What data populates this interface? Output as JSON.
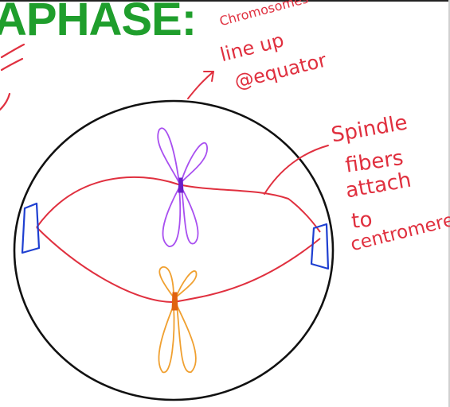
{
  "title": "APHASE:",
  "annotations": {
    "equator_line1": "Chromosomes",
    "equator_line2": "line up",
    "equator_line3": "@equator",
    "spindle_line1": "Spindle",
    "spindle_line2": "fibers",
    "spindle_line3": "attach",
    "spindle_line4": "to",
    "spindle_line5": "centromere"
  },
  "colors": {
    "title": "#1f9e2c",
    "ink_red": "#e0303f",
    "cell_outline": "#111111",
    "centrosome": "#1e3fd1",
    "chromosome_top": "#a84ff0",
    "centromere_top": "#6a1fc9",
    "chromosome_bottom": "#f0a030",
    "centromere_bottom": "#e0620f"
  }
}
